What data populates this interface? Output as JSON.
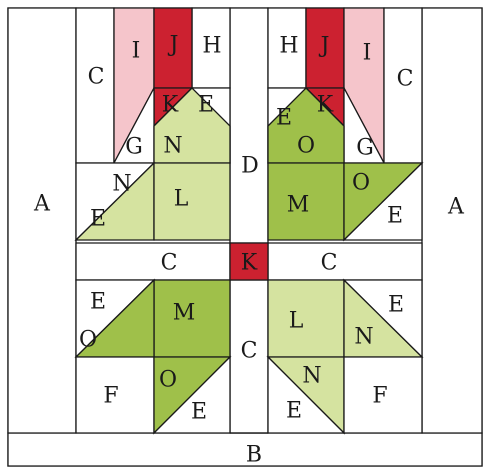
{
  "colors": {
    "red": "#cc2130",
    "pink": "#f5c5cb",
    "light_green": "#d5e3a0",
    "dark_green": "#9fc04a",
    "white": "#ffffff",
    "stroke": "#1a1a1a"
  },
  "labels": {
    "a_left": "A",
    "a_right": "A",
    "b": "B",
    "c_tl": "C",
    "c_tr": "C",
    "c_mid_left": "C",
    "c_mid_right": "C",
    "c_bottom": "C",
    "d": "D",
    "e_tl_top": "E",
    "e_tr_top": "E",
    "e_left_mid": "E",
    "e_right_mid": "E",
    "e_bl_top": "E",
    "e_br_top": "E",
    "e_bl_bottom": "E",
    "e_br_bottom": "E",
    "f_left": "F",
    "f_right": "F",
    "g_left": "G",
    "g_right": "G",
    "h_left": "H",
    "h_right": "H",
    "i_left": "I",
    "i_right": "I",
    "j_left": "J",
    "j_right": "J",
    "k_left": "K",
    "k_right": "K",
    "k_center": "K",
    "l_tl": "L",
    "l_br": "L",
    "m_tr": "M",
    "m_bl": "M",
    "n_tl_top": "N",
    "n_tl_left": "N",
    "n_br_right": "N",
    "n_br_bottom": "N",
    "o_tr_top": "O",
    "o_tr_right": "O",
    "o_bl_left": "O",
    "o_bl_bottom": "O"
  }
}
